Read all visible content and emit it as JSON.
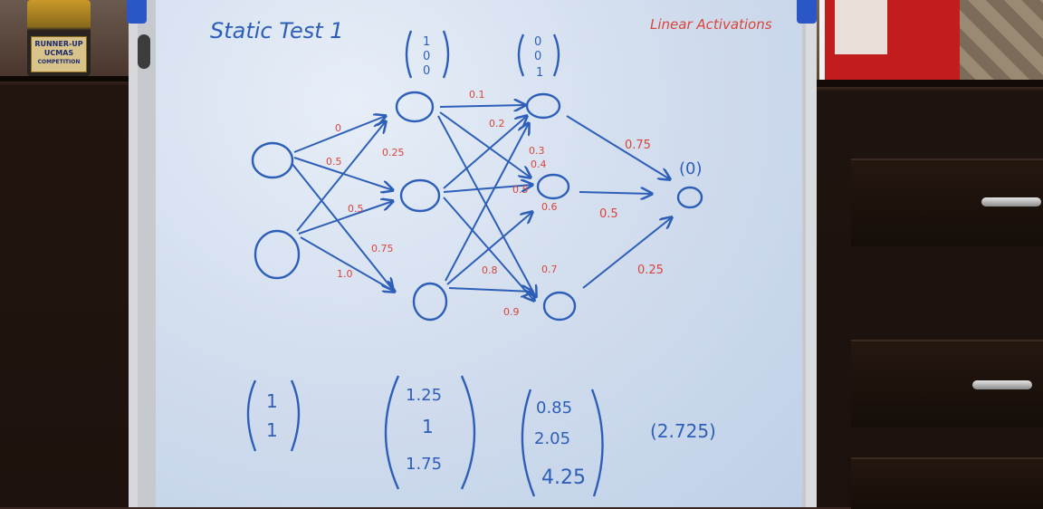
{
  "title": "Static Test 1",
  "corner_note": "Linear Activations",
  "trophy_text": [
    "RUNNER-UP",
    "UCMAS",
    "COMPETITION"
  ],
  "input_label": [
    "1",
    "0",
    "0"
  ],
  "hidden2_label": [
    "0",
    "0",
    "1"
  ],
  "output_label": "(0)",
  "weights_layer1": [
    "0",
    "0.5",
    "0.25",
    "0.5",
    "0.75",
    "1.0"
  ],
  "weights_layer2": [
    "0.1",
    "0.2",
    "0.3",
    "0.4",
    "0.5",
    "0.6",
    "0.7",
    "0.8",
    "0.9"
  ],
  "weights_layer3": [
    "0.75",
    "0.5",
    "0.25"
  ],
  "vec_input": [
    "1",
    "1"
  ],
  "vec_hidden1": [
    "1.25",
    "1",
    "1.75"
  ],
  "vec_hidden2": [
    "0.85",
    "2.05",
    "4.25"
  ],
  "vec_output": "(2.725)",
  "colors": {
    "ink_blue": "#2d5fb8",
    "ink_red": "#d9453a",
    "board": "#d3deee"
  }
}
